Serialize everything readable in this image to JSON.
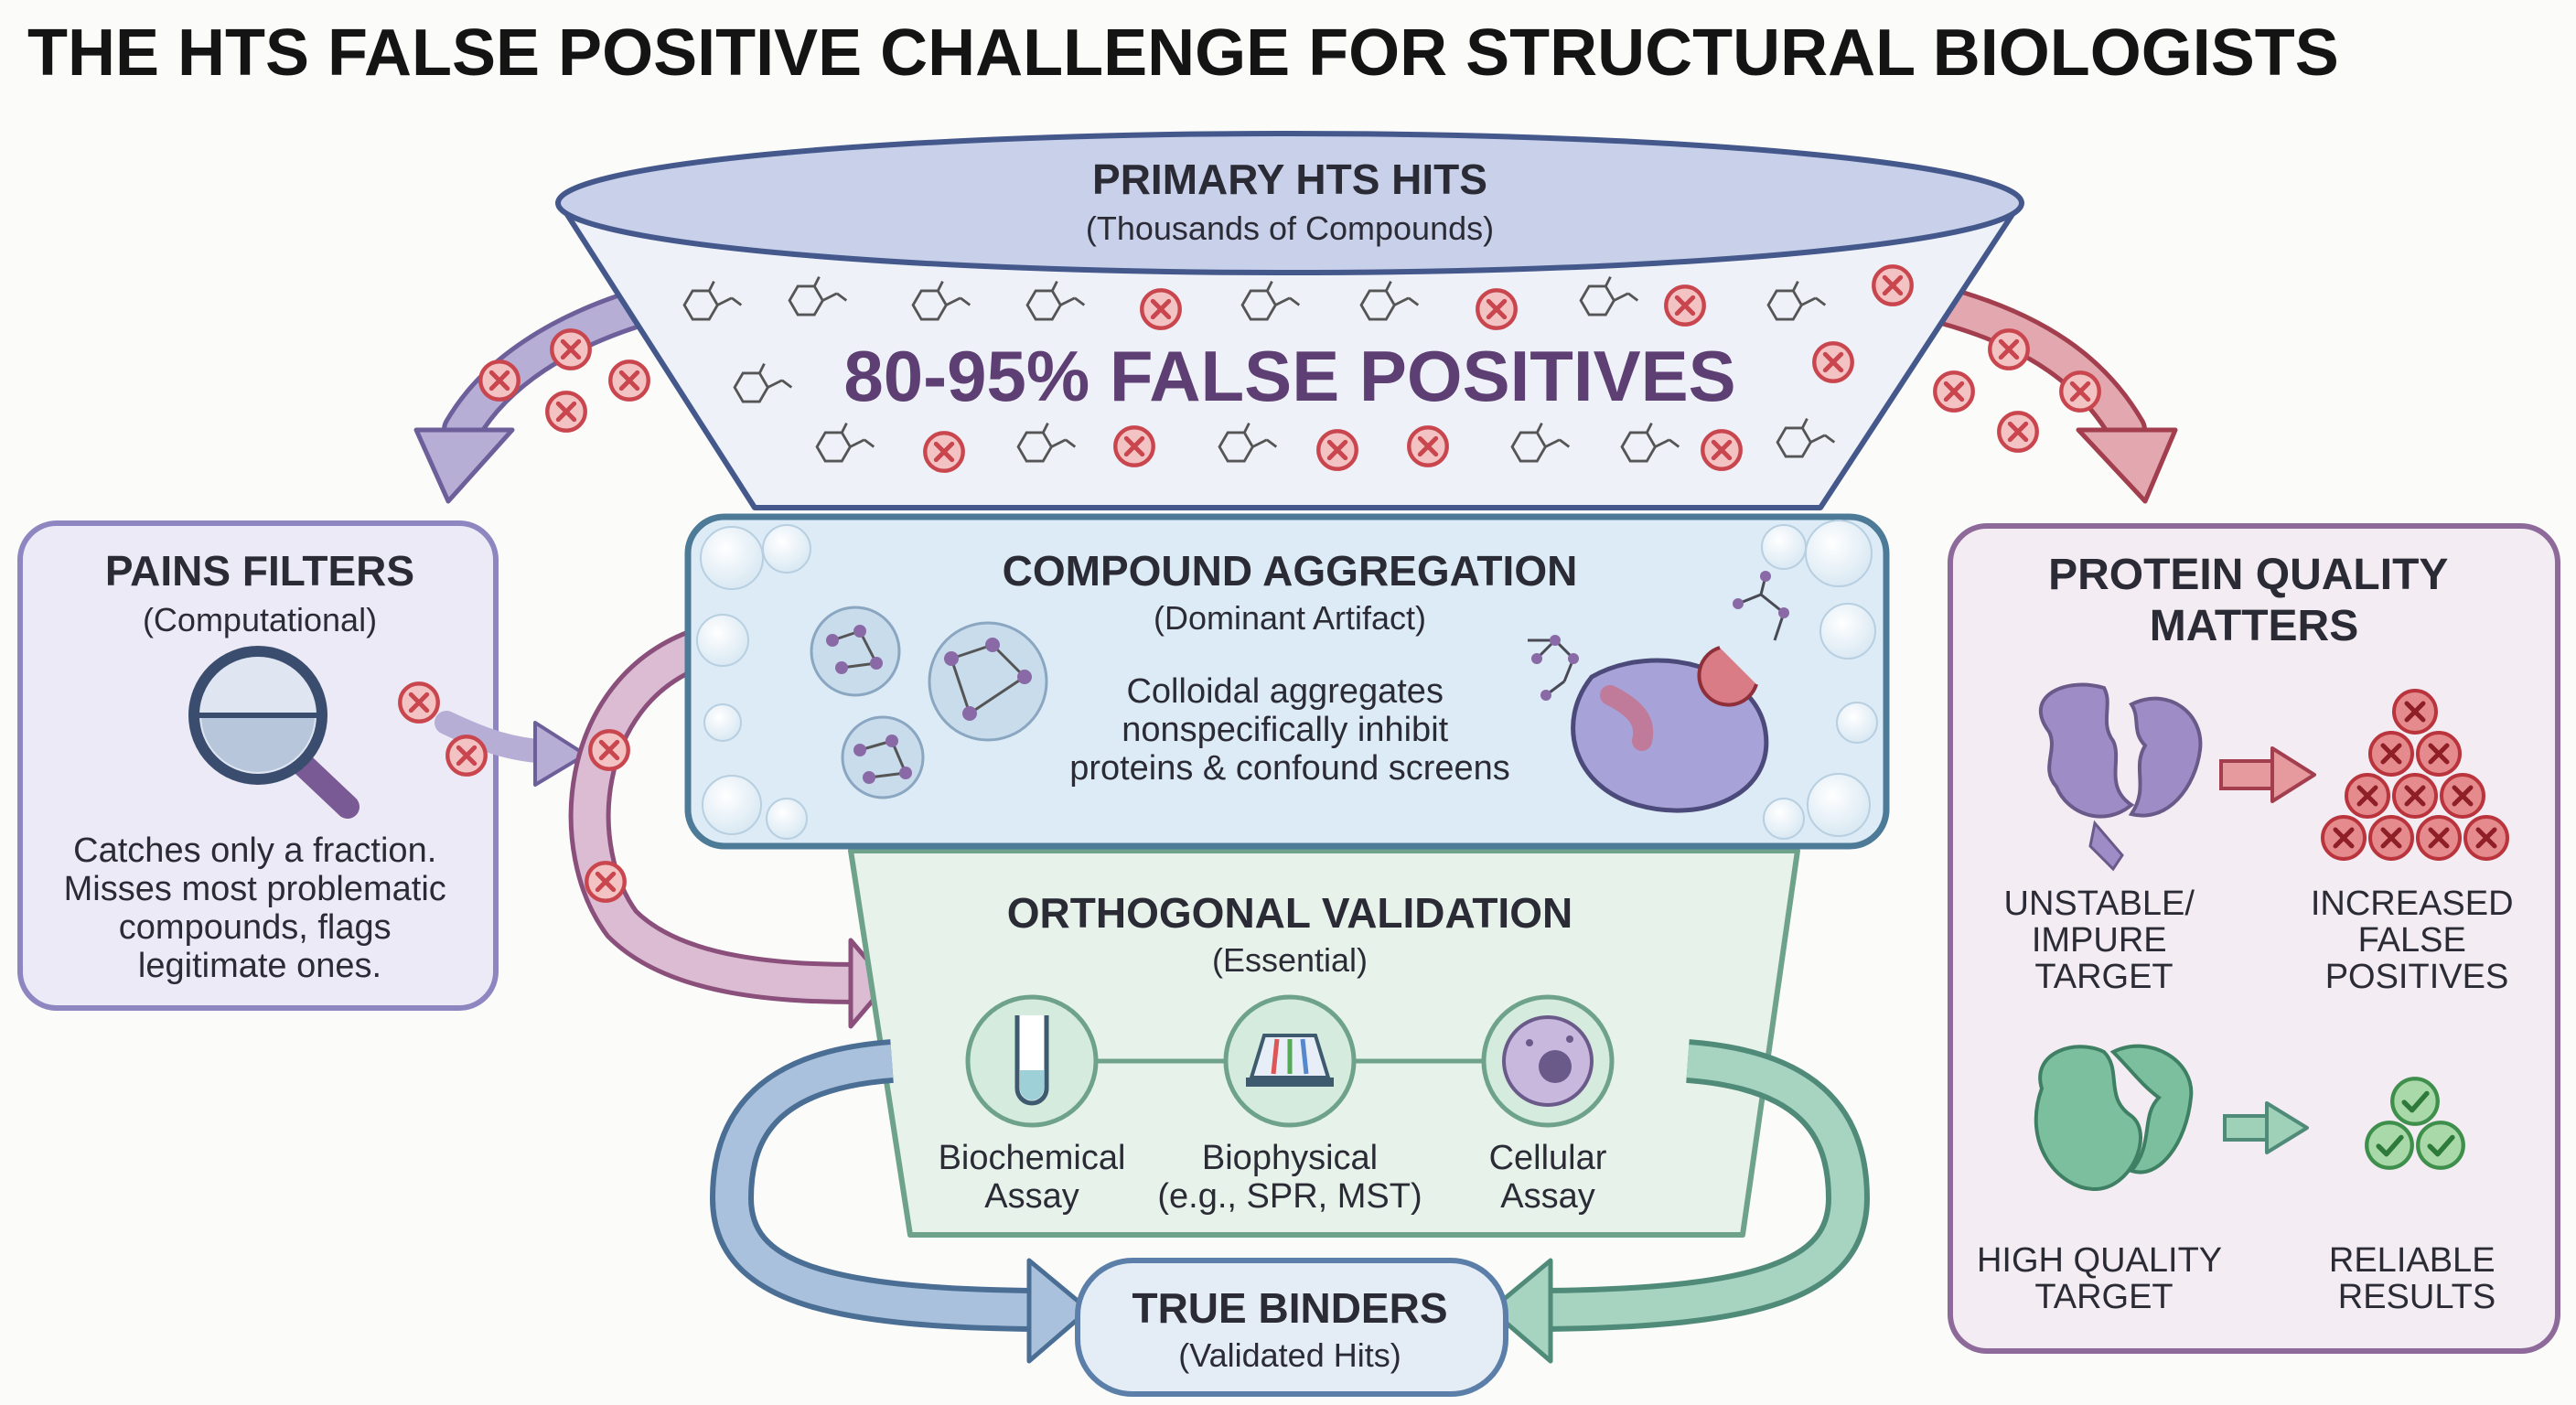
{
  "title": "THE  HTS FALSE POSITIVE CHALLENGE FOR STRUCTURAL BIOLOGISTS",
  "funnel_top": {
    "heading": "PRIMARY HTS HITS",
    "subheading": "(Thousands of Compounds)",
    "banner": "80-95% FALSE POSITIVES"
  },
  "aggregation": {
    "heading": "COMPOUND AGGREGATION",
    "subheading": "(Dominant Artifact)",
    "body": [
      "Colloidal aggregates",
      "nonspecifically inhibit",
      "proteins & confound screens"
    ]
  },
  "orthogonal": {
    "heading": "ORTHOGONAL VALIDATION",
    "subheading": "(Essential)",
    "assays": [
      {
        "line1": "Biochemical",
        "line2": "Assay"
      },
      {
        "line1": "Biophysical",
        "line2": "(e.g., SPR, MST)"
      },
      {
        "line1": "Cellular",
        "line2": "Assay"
      }
    ]
  },
  "true_binders": {
    "heading": "TRUE BINDERS",
    "subheading": "(Validated Hits)"
  },
  "pains": {
    "heading": "PAINS FILTERS",
    "subheading": "(Computational)",
    "body": [
      "Catches only a fraction.",
      "Misses most problematic",
      "compounds, flags",
      "legitimate ones."
    ]
  },
  "protein_quality": {
    "heading": [
      "PROTEIN QUALITY",
      "MATTERS"
    ],
    "unstable": [
      "UNSTABLE/",
      "IMPURE",
      "TARGET"
    ],
    "increased": [
      "INCREASED",
      "FALSE",
      "POSITIVES"
    ],
    "high_quality": [
      "HIGH QUALITY",
      "TARGET"
    ],
    "reliable": [
      "RELIABLE",
      "RESULTS"
    ]
  },
  "colors": {
    "false_positive_red": "#c9464e",
    "banner_purple": "#5e3f73",
    "pains_purple": "#8e86c0",
    "protein_purple": "#8d6a9a",
    "aggregation_blue": "#4c7a97",
    "validation_green": "#6ea28a",
    "true_binders_blue": "#5b7fa8"
  }
}
